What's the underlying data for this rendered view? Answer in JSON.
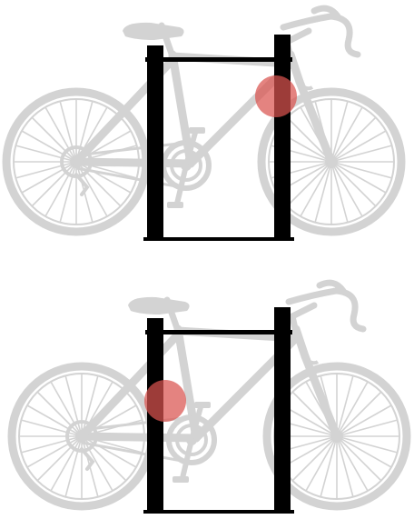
{
  "colors": {
    "background": "#ffffff",
    "bicycle": "#d3d3d3",
    "rack": "#000000",
    "contact_marker": "#d9534f"
  },
  "figure": {
    "panels": [
      {
        "id": "panel-top",
        "contact_point": "down-tube-front"
      },
      {
        "id": "panel-bottom",
        "contact_point": "seat-tube"
      }
    ]
  }
}
